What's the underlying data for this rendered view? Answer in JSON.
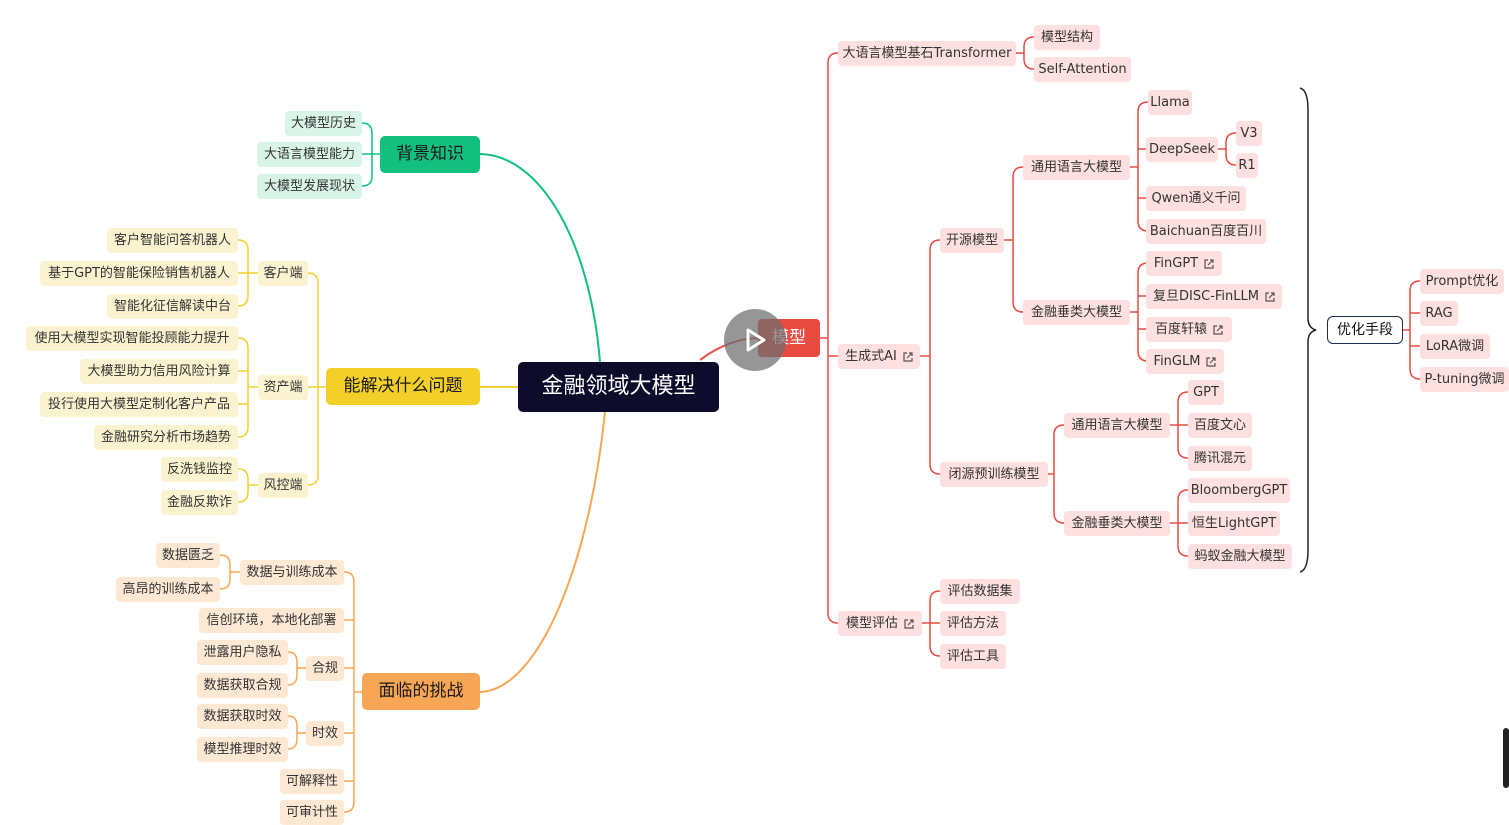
{
  "root": "金融领域大模型",
  "branches": {
    "background": {
      "title": "背景知识",
      "items": [
        "大模型历史",
        "大语言模型能力",
        "大模型发展现状"
      ]
    },
    "problems": {
      "title": "能解决什么问题",
      "groups": [
        {
          "label": "客户端",
          "items": [
            "客户智能问答机器人",
            "基于GPT的智能保险销售机器人",
            "智能化征信解读中台"
          ]
        },
        {
          "label": "资产端",
          "items": [
            "使用大模型实现智能投顾能力提升",
            "大模型助力信用风险计算",
            "投行使用大模型定制化客户产品",
            "金融研究分析市场趋势"
          ]
        },
        {
          "label": "风控端",
          "items": [
            "反洗钱监控",
            "金融反欺诈"
          ]
        }
      ]
    },
    "challenges": {
      "title": "面临的挑战",
      "data_cost": {
        "label": "数据与训练成本",
        "items": [
          "数据匮乏",
          "高昂的训练成本"
        ]
      },
      "xinchuang": "信创环境，本地化部署",
      "compliance": {
        "label": "合规",
        "items": [
          "泄露用户隐私",
          "数据获取合规"
        ]
      },
      "timeliness": {
        "label": "时效",
        "items": [
          "数据获取时效",
          "模型推理时效"
        ]
      },
      "interpretability": "可解释性",
      "auditability": "可审计性"
    },
    "model": {
      "title": "模型",
      "transformer": {
        "label": "大语言模型基石Transformer",
        "items": [
          "模型结构",
          "Self-Attention"
        ]
      },
      "gen_ai": {
        "label": "生成式AI",
        "open": {
          "label": "开源模型",
          "general": {
            "label": "通用语言大模型",
            "llama": "Llama",
            "deepseek": {
              "label": "DeepSeek",
              "items": [
                "V3",
                "R1"
              ]
            },
            "qwen": "Qwen通义千问",
            "baichuan": "Baichuan百度百川"
          },
          "finance": {
            "label": "金融垂类大模型",
            "items": [
              "FinGPT",
              "复旦DISC-FinLLM",
              "百度轩辕",
              "FinGLM"
            ]
          }
        },
        "closed": {
          "label": "闭源预训练模型",
          "general": {
            "label": "通用语言大模型",
            "items": [
              "GPT",
              "百度文心",
              "腾讯混元"
            ]
          },
          "finance": {
            "label": "金融垂类大模型",
            "items": [
              "BloombergGPT",
              "恒生LightGPT",
              "蚂蚁金融大模型"
            ]
          }
        }
      },
      "evaluation": {
        "label": "模型评估",
        "items": [
          "评估数据集",
          "评估方法",
          "评估工具"
        ]
      },
      "optimization": {
        "label": "优化手段",
        "items": [
          "Prompt优化",
          "RAG",
          "LoRA微调",
          "P-tuning微调"
        ]
      }
    }
  },
  "colors": {
    "green": "#13bf7f",
    "yellow": "#f3cf2a",
    "orange": "#f6a654",
    "red": "#e84b42",
    "root": "#0d0c2a"
  },
  "icons": {
    "link": "external-link-icon",
    "play": "play-icon"
  }
}
